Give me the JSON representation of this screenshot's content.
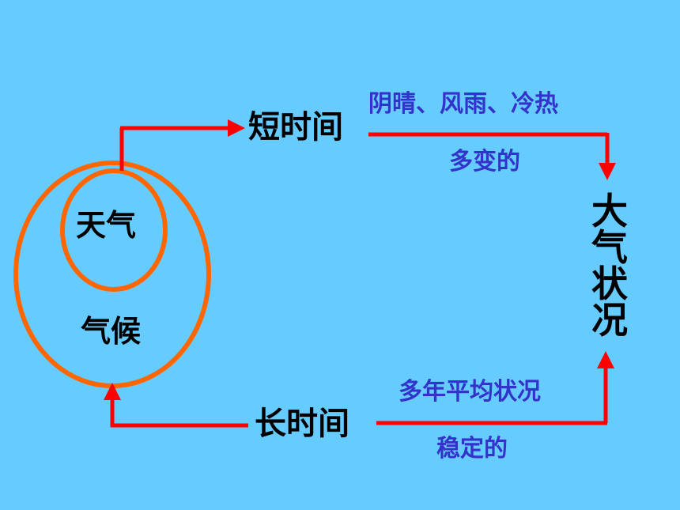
{
  "colors": {
    "background": "#66ccff",
    "arrow": "#ff0000",
    "circle": "#ff6600",
    "label_dark": "#000000",
    "label_blue": "#3333cc"
  },
  "inner_circle": {
    "label": "天气"
  },
  "outer_circle": {
    "label": "气候"
  },
  "top_path": {
    "label": "短时间",
    "description": "阴晴、风雨、冷热",
    "trait": "多变的"
  },
  "bottom_path": {
    "label": "长时间",
    "description": "多年平均状况",
    "trait": "稳定的"
  },
  "target": {
    "label": "大气状况"
  }
}
